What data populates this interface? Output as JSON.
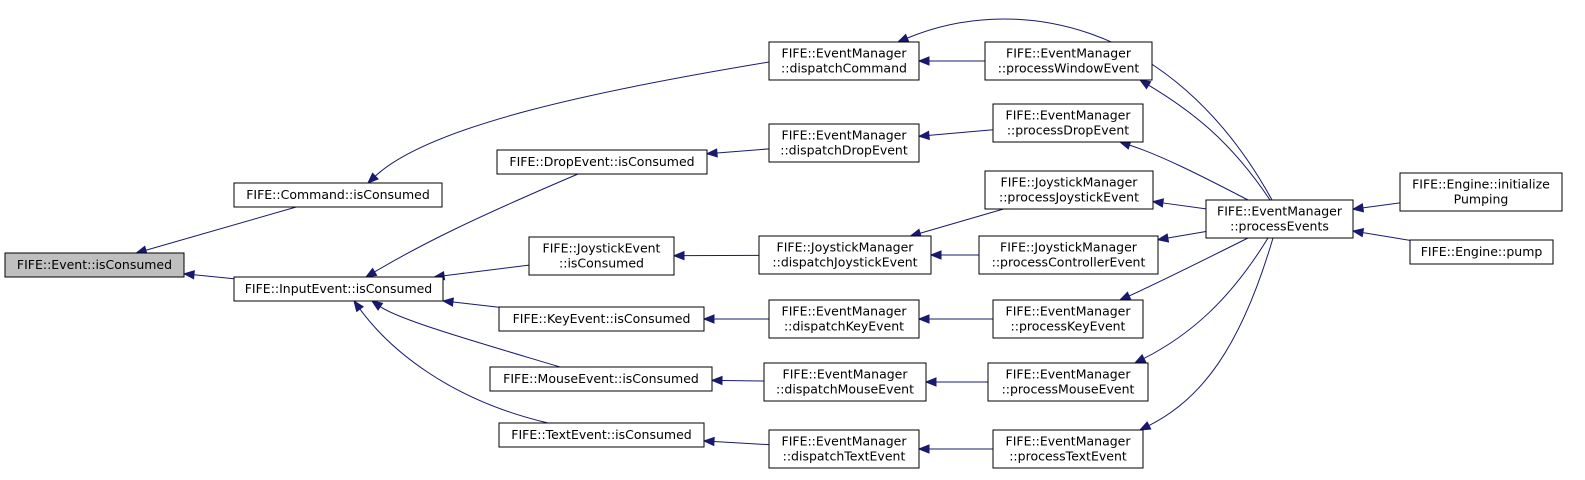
{
  "diagram": {
    "nodes": [
      {
        "id": "event",
        "lines": [
          "FIFE::Event::isConsumed"
        ],
        "highlighted": true
      },
      {
        "id": "command",
        "lines": [
          "FIFE::Command::isConsumed"
        ]
      },
      {
        "id": "input",
        "lines": [
          "FIFE::InputEvent::isConsumed"
        ]
      },
      {
        "id": "dropevent",
        "lines": [
          "FIFE::DropEvent::isConsumed"
        ]
      },
      {
        "id": "joystickevent",
        "lines": [
          "FIFE::JoystickEvent",
          "::isConsumed"
        ]
      },
      {
        "id": "keyevent",
        "lines": [
          "FIFE::KeyEvent::isConsumed"
        ]
      },
      {
        "id": "mouseevent",
        "lines": [
          "FIFE::MouseEvent::isConsumed"
        ]
      },
      {
        "id": "textevent",
        "lines": [
          "FIFE::TextEvent::isConsumed"
        ]
      },
      {
        "id": "dispatchCommand",
        "lines": [
          "FIFE::EventManager",
          "::dispatchCommand"
        ]
      },
      {
        "id": "dispatchDrop",
        "lines": [
          "FIFE::EventManager",
          "::dispatchDropEvent"
        ]
      },
      {
        "id": "dispatchJoy",
        "lines": [
          "FIFE::JoystickManager",
          "::dispatchJoystickEvent"
        ]
      },
      {
        "id": "dispatchKey",
        "lines": [
          "FIFE::EventManager",
          "::dispatchKeyEvent"
        ]
      },
      {
        "id": "dispatchMouse",
        "lines": [
          "FIFE::EventManager",
          "::dispatchMouseEvent"
        ]
      },
      {
        "id": "dispatchText",
        "lines": [
          "FIFE::EventManager",
          "::dispatchTextEvent"
        ]
      },
      {
        "id": "processWindow",
        "lines": [
          "FIFE::EventManager",
          "::processWindowEvent"
        ]
      },
      {
        "id": "processDrop",
        "lines": [
          "FIFE::EventManager",
          "::processDropEvent"
        ]
      },
      {
        "id": "processJoy",
        "lines": [
          "FIFE::JoystickManager",
          "::processJoystickEvent"
        ]
      },
      {
        "id": "processController",
        "lines": [
          "FIFE::JoystickManager",
          "::processControllerEvent"
        ]
      },
      {
        "id": "processKey",
        "lines": [
          "FIFE::EventManager",
          "::processKeyEvent"
        ]
      },
      {
        "id": "processMouse",
        "lines": [
          "FIFE::EventManager",
          "::processMouseEvent"
        ]
      },
      {
        "id": "processText",
        "lines": [
          "FIFE::EventManager",
          "::processTextEvent"
        ]
      },
      {
        "id": "processEvents",
        "lines": [
          "FIFE::EventManager",
          "::processEvents"
        ]
      },
      {
        "id": "initPumping",
        "lines": [
          "FIFE::Engine::initialize",
          "Pumping"
        ]
      },
      {
        "id": "pump",
        "lines": [
          "FIFE::Engine::pump"
        ]
      }
    ],
    "edges": [
      {
        "from": "command",
        "to": "event"
      },
      {
        "from": "input",
        "to": "event"
      },
      {
        "from": "dispatchCommand",
        "to": "command"
      },
      {
        "from": "dropevent",
        "to": "input"
      },
      {
        "from": "joystickevent",
        "to": "input"
      },
      {
        "from": "keyevent",
        "to": "input"
      },
      {
        "from": "mouseevent",
        "to": "input"
      },
      {
        "from": "textevent",
        "to": "input"
      },
      {
        "from": "dispatchDrop",
        "to": "dropevent"
      },
      {
        "from": "dispatchJoy",
        "to": "joystickevent"
      },
      {
        "from": "dispatchKey",
        "to": "keyevent"
      },
      {
        "from": "dispatchMouse",
        "to": "mouseevent"
      },
      {
        "from": "dispatchText",
        "to": "textevent"
      },
      {
        "from": "processWindow",
        "to": "dispatchCommand"
      },
      {
        "from": "processEvents",
        "to": "dispatchCommand"
      },
      {
        "from": "processDrop",
        "to": "dispatchDrop"
      },
      {
        "from": "processJoy",
        "to": "dispatchJoy"
      },
      {
        "from": "processController",
        "to": "dispatchJoy"
      },
      {
        "from": "processKey",
        "to": "dispatchKey"
      },
      {
        "from": "processMouse",
        "to": "dispatchMouse"
      },
      {
        "from": "processText",
        "to": "dispatchText"
      },
      {
        "from": "processEvents",
        "to": "processWindow"
      },
      {
        "from": "processEvents",
        "to": "processDrop"
      },
      {
        "from": "processEvents",
        "to": "processJoy"
      },
      {
        "from": "processEvents",
        "to": "processController"
      },
      {
        "from": "processEvents",
        "to": "processKey"
      },
      {
        "from": "processEvents",
        "to": "processMouse"
      },
      {
        "from": "processEvents",
        "to": "processText"
      },
      {
        "from": "initPumping",
        "to": "processEvents"
      },
      {
        "from": "pump",
        "to": "processEvents"
      }
    ],
    "colors": {
      "edge": "#191970",
      "highlight_fill": "#bfbfbf",
      "node_fill": "#ffffff",
      "border": "#000000"
    }
  }
}
